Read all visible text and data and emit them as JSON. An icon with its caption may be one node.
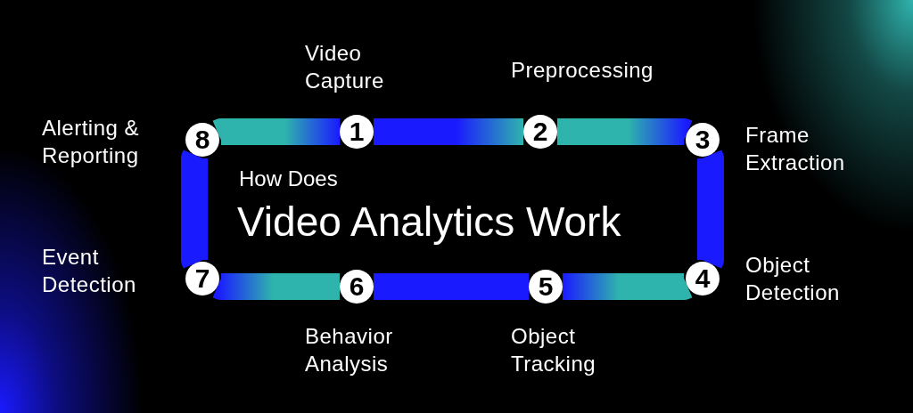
{
  "diagram": {
    "nodes": [
      {
        "text": [
          "1"
        ],
        "beside": [
          "Video Capture"
        ]
      },
      {
        "text": [
          "2"
        ],
        "beside": [
          "Preprocessing"
        ]
      },
      {
        "text": [
          "3"
        ],
        "beside": [
          "Frame Extraction"
        ]
      },
      {
        "text": [
          "4"
        ],
        "beside": [
          "Object Detection"
        ]
      },
      {
        "text": [
          "5"
        ],
        "beside": [
          "Object Tracking"
        ]
      },
      {
        "text": [
          "6"
        ],
        "beside": [
          "Behavior Analysis"
        ]
      },
      {
        "text": [
          "7"
        ],
        "beside": [
          "Event Detection"
        ]
      },
      {
        "text": [
          "8"
        ],
        "beside": [
          "Alerting & Reporting"
        ]
      }
    ],
    "edges": [
      {
        "from": 0,
        "to": 1,
        "arrow": "none"
      },
      {
        "from": 1,
        "to": 2,
        "arrow": "none"
      },
      {
        "from": 2,
        "to": 3,
        "arrow": "none"
      },
      {
        "from": 3,
        "to": 4,
        "arrow": "none"
      },
      {
        "from": 4,
        "to": 5,
        "arrow": "none"
      },
      {
        "from": 5,
        "to": 6,
        "arrow": "none"
      },
      {
        "from": 6,
        "to": 7,
        "arrow": "none"
      },
      {
        "from": 7,
        "to": 0,
        "arrow": "none"
      }
    ],
    "labels": [
      "How Does",
      "Video Analytics Work"
    ]
  }
}
